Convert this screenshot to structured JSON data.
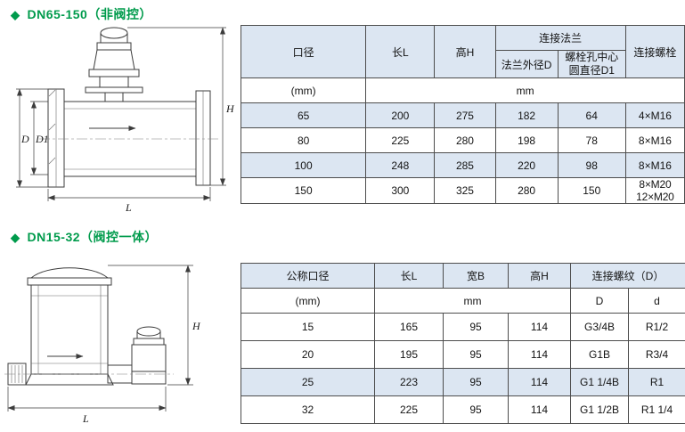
{
  "colors": {
    "title_green": "#009b4c",
    "row_shade": "#dce6f2",
    "line": "#3c3c3c"
  },
  "s1": {
    "bullet": "◆",
    "title": "DN65-150（非阀控）",
    "diagram": {
      "h": "H",
      "d": "D",
      "d1": "D1",
      "l": "L"
    },
    "table": {
      "h_diameter": "口径",
      "h_length": "长L",
      "h_height": "高H",
      "h_flange": "连接法兰",
      "h_flange_od": "法兰外径D",
      "h_bolt_circle_1": "螺栓孔中心",
      "h_bolt_circle_2": "圆直径D1",
      "h_bolts": "连接螺栓",
      "unit_first": "(mm)",
      "unit_rest": "mm",
      "rows": [
        {
          "cells": [
            "65",
            "200",
            "275",
            "182",
            "64",
            "4×M16"
          ]
        },
        {
          "cells": [
            "80",
            "225",
            "280",
            "198",
            "78",
            "8×M16"
          ]
        },
        {
          "cells": [
            "100",
            "248",
            "285",
            "220",
            "98",
            "8×M16"
          ]
        },
        {
          "cells": [
            "150",
            "300",
            "325",
            "280",
            "150",
            "8×M20 12×M20"
          ]
        }
      ]
    }
  },
  "s2": {
    "bullet": "◆",
    "title": "DN15-32（阀控一体）",
    "diagram": {
      "h": "H",
      "l": "L"
    },
    "table": {
      "h_diameter": "公称口径",
      "h_length": "长L",
      "h_width": "宽B",
      "h_height": "高H",
      "h_thread": "连接螺纹（D）",
      "h_thread_upper": "D",
      "h_thread_lower": "d",
      "unit_first": "(mm)",
      "unit_rest": "mm",
      "rows": [
        {
          "cells": [
            "15",
            "165",
            "95",
            "114",
            "G3/4B",
            "R1/2"
          ]
        },
        {
          "cells": [
            "20",
            "195",
            "95",
            "114",
            "G1B",
            "R3/4"
          ]
        },
        {
          "cells": [
            "25",
            "223",
            "95",
            "114",
            "G1 1/4B",
            "R1"
          ]
        },
        {
          "cells": [
            "32",
            "225",
            "95",
            "114",
            "G1 1/2B",
            "R1 1/4"
          ]
        }
      ]
    }
  }
}
